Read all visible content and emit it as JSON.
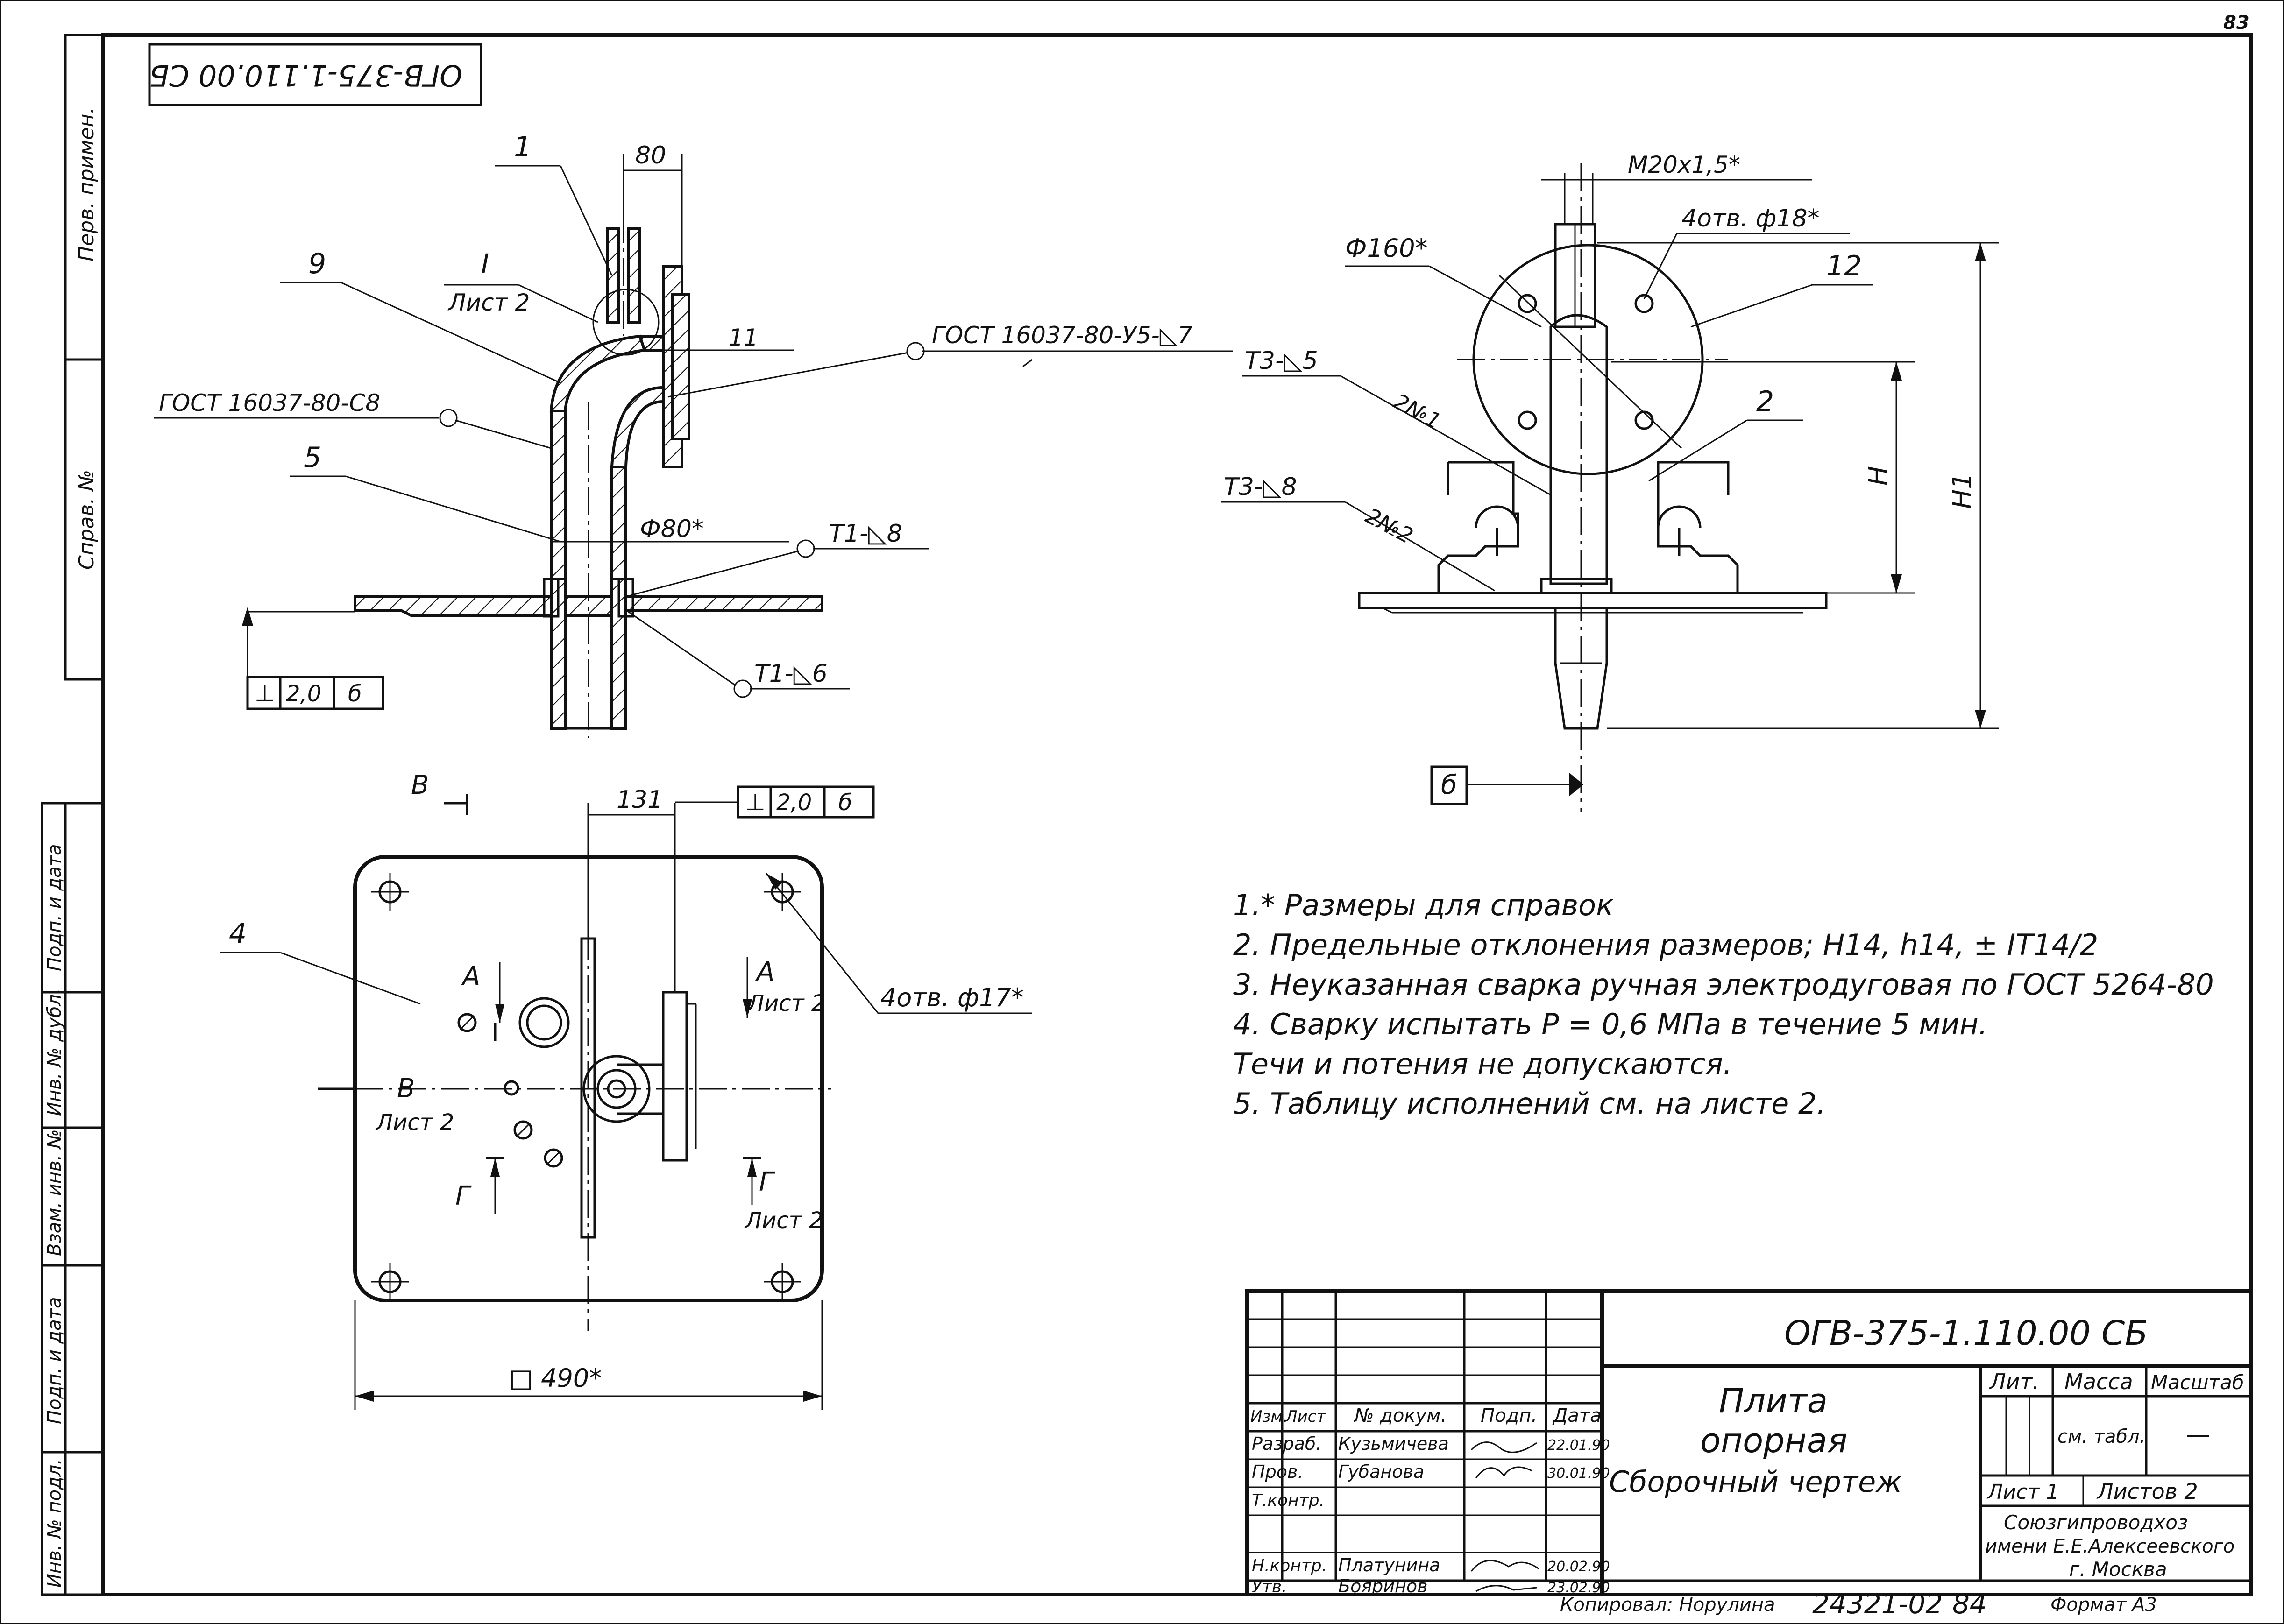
{
  "sheet_number": "83",
  "doc_code_rotated": "ОГВ-375-1.110.00 СБ",
  "left_strip": {
    "perv_primen": "Перв. примен.",
    "sprav_no": "Справ. №",
    "podp_data_1": "Подп. и дата",
    "inv_dubl": "Инв. № дубл.",
    "vzam_inv": "Взам. инв. №",
    "podp_data_2": "Подп. и дата",
    "inv_podl": "Инв. № подл."
  },
  "view1": {
    "pos_1": "1",
    "pos_9": "9",
    "pos_5": "5",
    "dim_80": "80",
    "dim_11": "11",
    "dim_phi80": "Ф80*",
    "callout_I": "I",
    "callout_I_sheet": "Лист 2",
    "weld_c8": "ГОСТ 16037-80-С8",
    "weld_y5": "ГОСТ 16037-80-У5-◺7",
    "weld_t1_8": "Т1-◺8",
    "weld_t1_6": "Т1-◺6",
    "tol_sym": "⊥",
    "tol_val": "2,0",
    "tol_base": "б"
  },
  "view2": {
    "thread": "М20х1,5*",
    "holes_18": "4отв. ф18*",
    "dia_160": "Ф160*",
    "pos_12": "12",
    "pos_2": "2",
    "weld_t3_5": "Т3-◺5",
    "weld_t3_8": "Т3-◺8",
    "seam_1": "2№1",
    "seam_2": "2№2",
    "dim_H": "Н",
    "dim_H1": "Н1",
    "datum_b": "б"
  },
  "view3": {
    "sec_B": "В",
    "sec_A": "А",
    "sec_G": "Г",
    "sheet2": "Лист 2",
    "dim_131": "131",
    "tol_sym": "⊥",
    "tol_val": "2,0",
    "tol_base": "б",
    "pos_4": "4",
    "holes_17": "4отв. ф17*",
    "dim_490": "□ 490*"
  },
  "notes": [
    "1.* Размеры для справок",
    "2. Предельные отклонения размеров; Н14, h14, ± IT14/2",
    "3. Неуказанная сварка ручная электродуговая по ГОСТ 5264-80",
    "4. Сварку испытать  Р = 0,6 МПа  в течение  5 мин.",
    "Течи и потения не допускаются.",
    "5. Таблицу исполнений см. на листе 2."
  ],
  "title_block": {
    "doc_code": "ОГВ-375-1.110.00 СБ",
    "name_line1": "Плита",
    "name_line2": "опорная",
    "name_line3": "Сборочный чертеж",
    "hdr_izm": "Изм.",
    "hdr_list": "Лист",
    "hdr_ndok": "№ докум.",
    "hdr_podp": "Подп.",
    "hdr_data": "Дата",
    "razrab_role": "Разраб.",
    "razrab_name": "Кузьмичева",
    "razrab_date": "22.01.90",
    "prov_role": "Пров.",
    "prov_name": "Губанова",
    "prov_date": "30.01.90",
    "tkontr_role": "Т.контр.",
    "nkontr_role": "Н.контр.",
    "nkontr_name": "Платунина",
    "nkontr_date": "20.02.90",
    "utv_role": "Утв.",
    "utv_name": "Бояринов",
    "utv_date": "23.02.90",
    "lit_hdr": "Лит.",
    "massa_hdr": "Масса",
    "masshtab_hdr": "Масштаб",
    "massa_val": "см. табл.",
    "masshtab_val": "—",
    "list_label": "Лист 1",
    "listov_label": "Листов 2",
    "org_1": "Союзгипроводхоз",
    "org_2": "имени Е.Е.Алексеевского",
    "org_3": "г. Москва",
    "kopiroval": "Копировал: Норулина",
    "inv_number": "24321-02",
    "page_num": "84",
    "format": "Формат А3"
  }
}
